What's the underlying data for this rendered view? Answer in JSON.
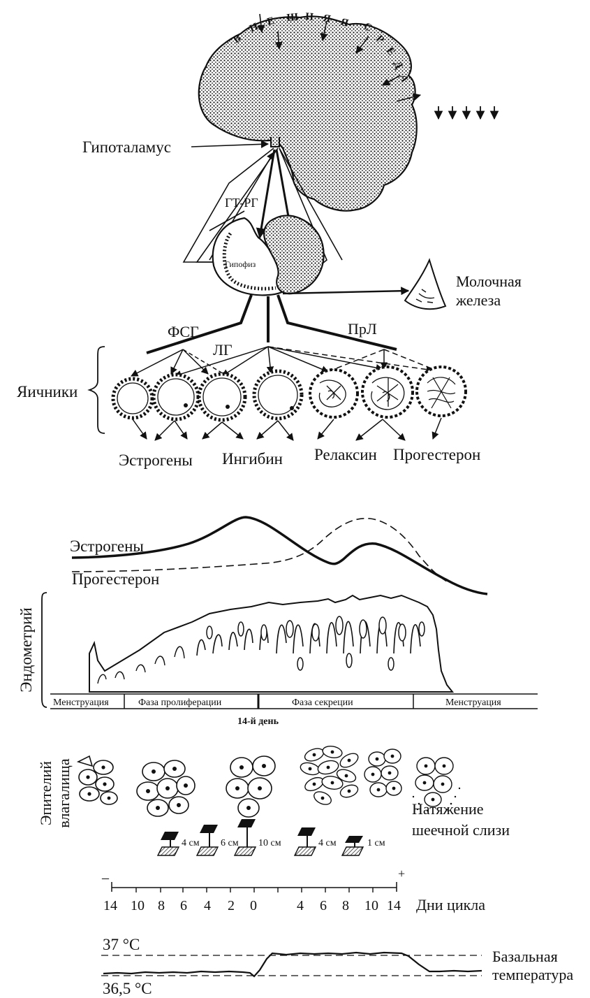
{
  "environment": {
    "letters": [
      "В",
      "Н",
      "Е",
      "Ш",
      "Н",
      "Я",
      "Я",
      "С",
      "Р",
      "Е",
      "Д",
      "А"
    ]
  },
  "labels": {
    "hypothalamus": "Гипоталамус",
    "gt_rg": "ГТ-РГ",
    "pituitary": "Гипофиз",
    "mammary_line1": "Молочная",
    "mammary_line2": "железа",
    "fsg": "ФСГ",
    "lg": "ЛГ",
    "prl": "ПрЛ",
    "ovaries": "Яичники"
  },
  "hormones": [
    "Эстрогены",
    "Ингибин",
    "Релаксин",
    "Прогестерон"
  ],
  "hormone_curves": {
    "estrogen": "Эстрогены",
    "progesterone": "Прогестерон"
  },
  "endometrium": {
    "title": "Эндометрий",
    "phases": [
      "Менструация",
      "Фаза пролиферации",
      "Фаза секреции",
      "Менструация"
    ],
    "day_marker": "14-й день"
  },
  "vaginal_epithelium": {
    "line1": "Эпителий",
    "line2": "влагалища"
  },
  "cervical_mucus": {
    "title_line1": "Натяжение",
    "title_line2": "шеечной слизи",
    "stretch_values": [
      "4 см",
      "6 см",
      "10 см",
      "4 см",
      "1 см"
    ]
  },
  "cycle_axis": {
    "minus": "–",
    "plus": "+",
    "ticks": [
      "14",
      "10",
      "8",
      "6",
      "4",
      "2",
      "0",
      "4",
      "6",
      "8",
      "10",
      "14"
    ],
    "label": "Дни цикла"
  },
  "basal_temperature": {
    "high": "37 °C",
    "low": "36,5 °С",
    "label_line1": "Базальная",
    "label_line2": "температура"
  }
}
